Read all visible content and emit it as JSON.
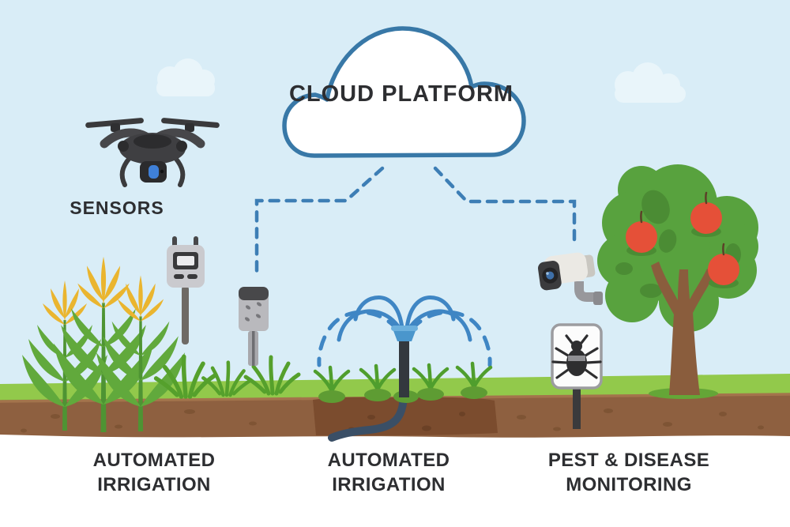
{
  "scene": {
    "cloud_platform": {
      "label": "CLOUD PLATFORM"
    },
    "sensors": {
      "label": "SENSORS"
    },
    "captions": [
      {
        "label": "AUTOMATED IRRIGATION"
      },
      {
        "label": "AUTOMATED IRRIGATION"
      },
      {
        "label": "PEST & DISEASE MONITORING"
      }
    ],
    "icons": {
      "drone": "quadcopter-drone-icon",
      "field_sensor": "field-sensor-icon",
      "soil_probe": "soil-probe-icon",
      "sprinkler": "sprinkler-icon",
      "camera": "surveillance-camera-icon",
      "pest_sign": "pest-warning-sign-icon",
      "bug": "bug-icon",
      "apple_tree": "apple-tree-icon",
      "corn": "corn-plants-icon",
      "cloud": "cloud-icon"
    },
    "colors": {
      "sky": "#d9edf7",
      "cloud_fill": "#ffffff",
      "cloud_outline": "#3878a7",
      "connector_blue": "#3d7eb5",
      "water_blue": "#3f86c4",
      "sprinkler_head_blue": "#4a96cc",
      "grass_green": "#92c94b",
      "mound_green": "#5e9c33",
      "soil_brown": "#8e6040",
      "trench_brown": "#7b4c2e",
      "canopy_green": "#58a23e",
      "canopy_shadow_green": "#4b8c34",
      "trunk_brown": "#8a5d3d",
      "apple_red": "#e55038",
      "corn_tassel_yellow": "#eab52f",
      "device_gray": "#cacace",
      "dark_gray": "#3a3a3c",
      "text_dark": "#2d2e31"
    }
  }
}
